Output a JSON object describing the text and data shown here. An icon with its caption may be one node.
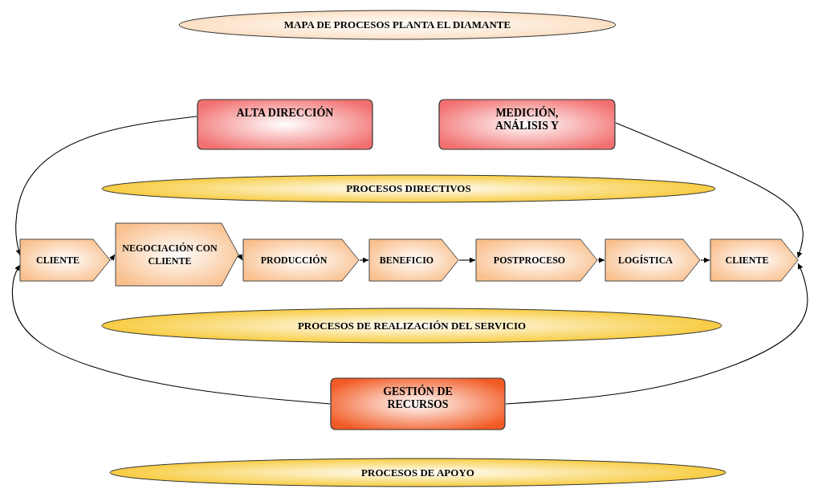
{
  "diagram": {
    "nodes": [
      {
        "text": [
          "MAPA DE PROCESOS PLANTA EL DIAMANTE"
        ]
      },
      {
        "text": [
          "ALTA DIRECCIÓN"
        ]
      },
      {
        "text": [
          "MEDICIÓN, ANÁLISIS Y"
        ]
      },
      {
        "text": [
          "PROCESOS DIRECTIVOS"
        ]
      },
      {
        "text": [
          "CLIENTE"
        ]
      },
      {
        "text": [
          "NEGOCIACIÓN CON CLIENTE"
        ]
      },
      {
        "text": [
          "PRODUCCIÓN"
        ]
      },
      {
        "text": [
          "BENEFICIO"
        ]
      },
      {
        "text": [
          "POSTPROCESO"
        ]
      },
      {
        "text": [
          "LOGÍSTICA"
        ]
      },
      {
        "text": [
          "CLIENTE"
        ]
      },
      {
        "text": [
          "PROCESOS DE REALIZACIÓN DEL SERVICIO"
        ]
      },
      {
        "text": [
          "GESTIÓN DE RECURSOS"
        ]
      },
      {
        "text": [
          "PROCESOS DE APOYO"
        ]
      }
    ],
    "edges": [
      {
        "from": 4,
        "to": 5,
        "arrow": "to"
      },
      {
        "from": 5,
        "to": 6,
        "arrow": "to"
      },
      {
        "from": 6,
        "to": 7,
        "arrow": "to"
      },
      {
        "from": 7,
        "to": 8,
        "arrow": "to"
      },
      {
        "from": 8,
        "to": 9,
        "arrow": "to"
      },
      {
        "from": 9,
        "to": 10,
        "arrow": "to"
      },
      {
        "from": 1,
        "to": 4,
        "arrow": "to"
      },
      {
        "from": 12,
        "to": 4,
        "arrow": "to"
      },
      {
        "from": 2,
        "to": 10,
        "arrow": "to"
      },
      {
        "from": 12,
        "to": 10,
        "arrow": "to"
      }
    ]
  }
}
